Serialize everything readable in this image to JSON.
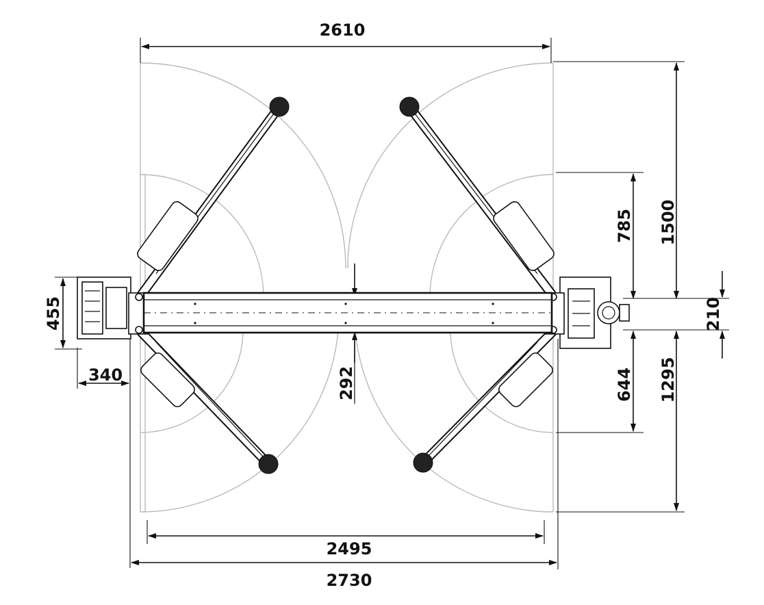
{
  "dimensions": {
    "overall_width_top": "2610",
    "right_height_total": "1500",
    "right_upper_785": "785",
    "right_210": "210",
    "right_lower_644": "644",
    "right_lower_1295": "1295",
    "left_455": "455",
    "left_340": "340",
    "center_292": "292",
    "bottom_inner_width": "2495",
    "bottom_overall_width": "2730"
  },
  "colors": {
    "line": "#111111",
    "arc": "#b9b9b9",
    "background": "#ffffff"
  }
}
